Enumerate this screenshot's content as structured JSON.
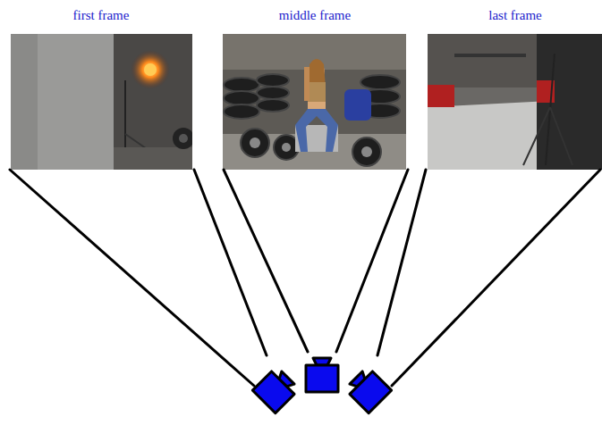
{
  "diagram": {
    "nodes": [
      {
        "text": [
          "first frame"
        ]
      },
      {
        "text": [
          "middle frame"
        ]
      },
      {
        "text": [
          "last frame"
        ]
      }
    ]
  }
}
